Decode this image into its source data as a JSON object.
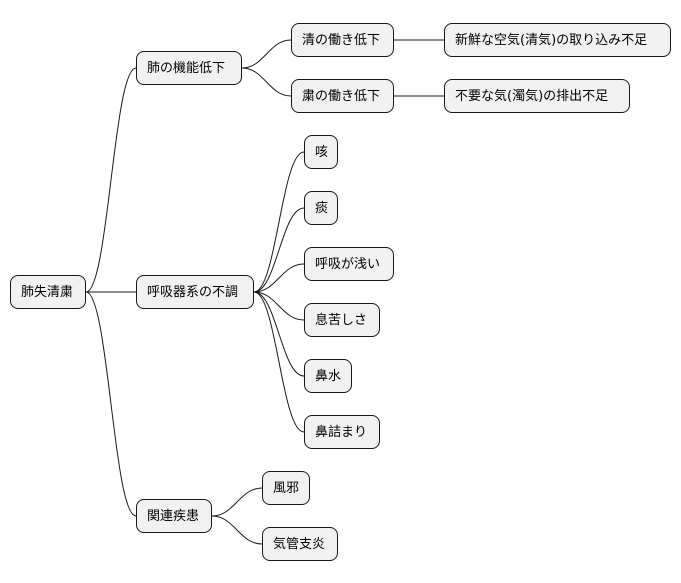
{
  "mindmap": {
    "root": "肺失清粛",
    "branches": [
      {
        "label": "肺の機能低下",
        "children": [
          {
            "label": "清の働き低下",
            "children": [
              {
                "label": "新鮮な空気(清気)の取り込み不足"
              }
            ]
          },
          {
            "label": "粛の働き低下",
            "children": [
              {
                "label": "不要な気(濁気)の排出不足"
              }
            ]
          }
        ]
      },
      {
        "label": "呼吸器系の不調",
        "children": [
          {
            "label": "咳"
          },
          {
            "label": "痰"
          },
          {
            "label": "呼吸が浅い"
          },
          {
            "label": "息苦しさ"
          },
          {
            "label": "鼻水"
          },
          {
            "label": "鼻詰まり"
          }
        ]
      },
      {
        "label": "関連疾患",
        "children": [
          {
            "label": "風邪"
          },
          {
            "label": "気管支炎"
          }
        ]
      }
    ]
  },
  "colors": {
    "node_fill": "#f1f1f1",
    "node_border": "#181818",
    "connector": "#181818"
  }
}
